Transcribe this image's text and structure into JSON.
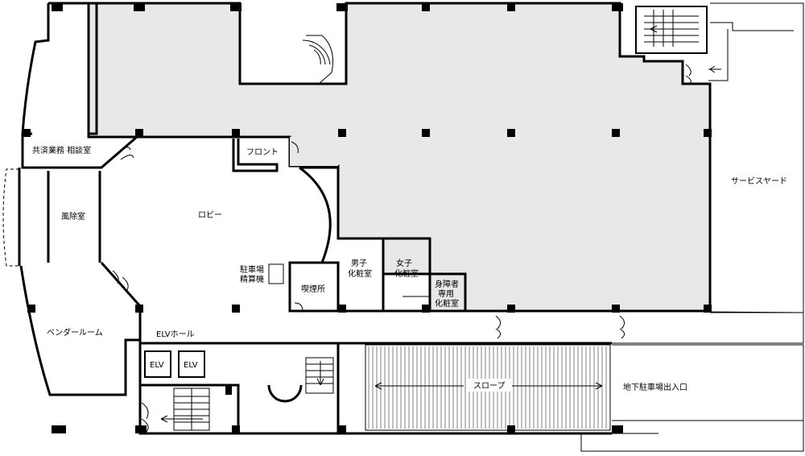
{
  "labels": {
    "kyosai": "共済業務 相談室",
    "front": "フロント",
    "lobby": "ロビー",
    "fusaishitsu": "風除室",
    "service_yard": "サービスヤード",
    "parking_machine_1": "駐車場",
    "parking_machine_2": "精算機",
    "smoking": "喫煙所",
    "mens_1": "男子",
    "mens_2": "化粧室",
    "womens_1": "女子",
    "womens_2": "化粧室",
    "accessible_1": "身障者",
    "accessible_2": "専用",
    "accessible_3": "化粧室",
    "vending": "ベンダールーム",
    "elv_hall": "ELVホール",
    "elv1": "ELV",
    "elv2": "ELV",
    "slope": "スロープ",
    "parking_entrance": "地下駐車場出入口"
  }
}
